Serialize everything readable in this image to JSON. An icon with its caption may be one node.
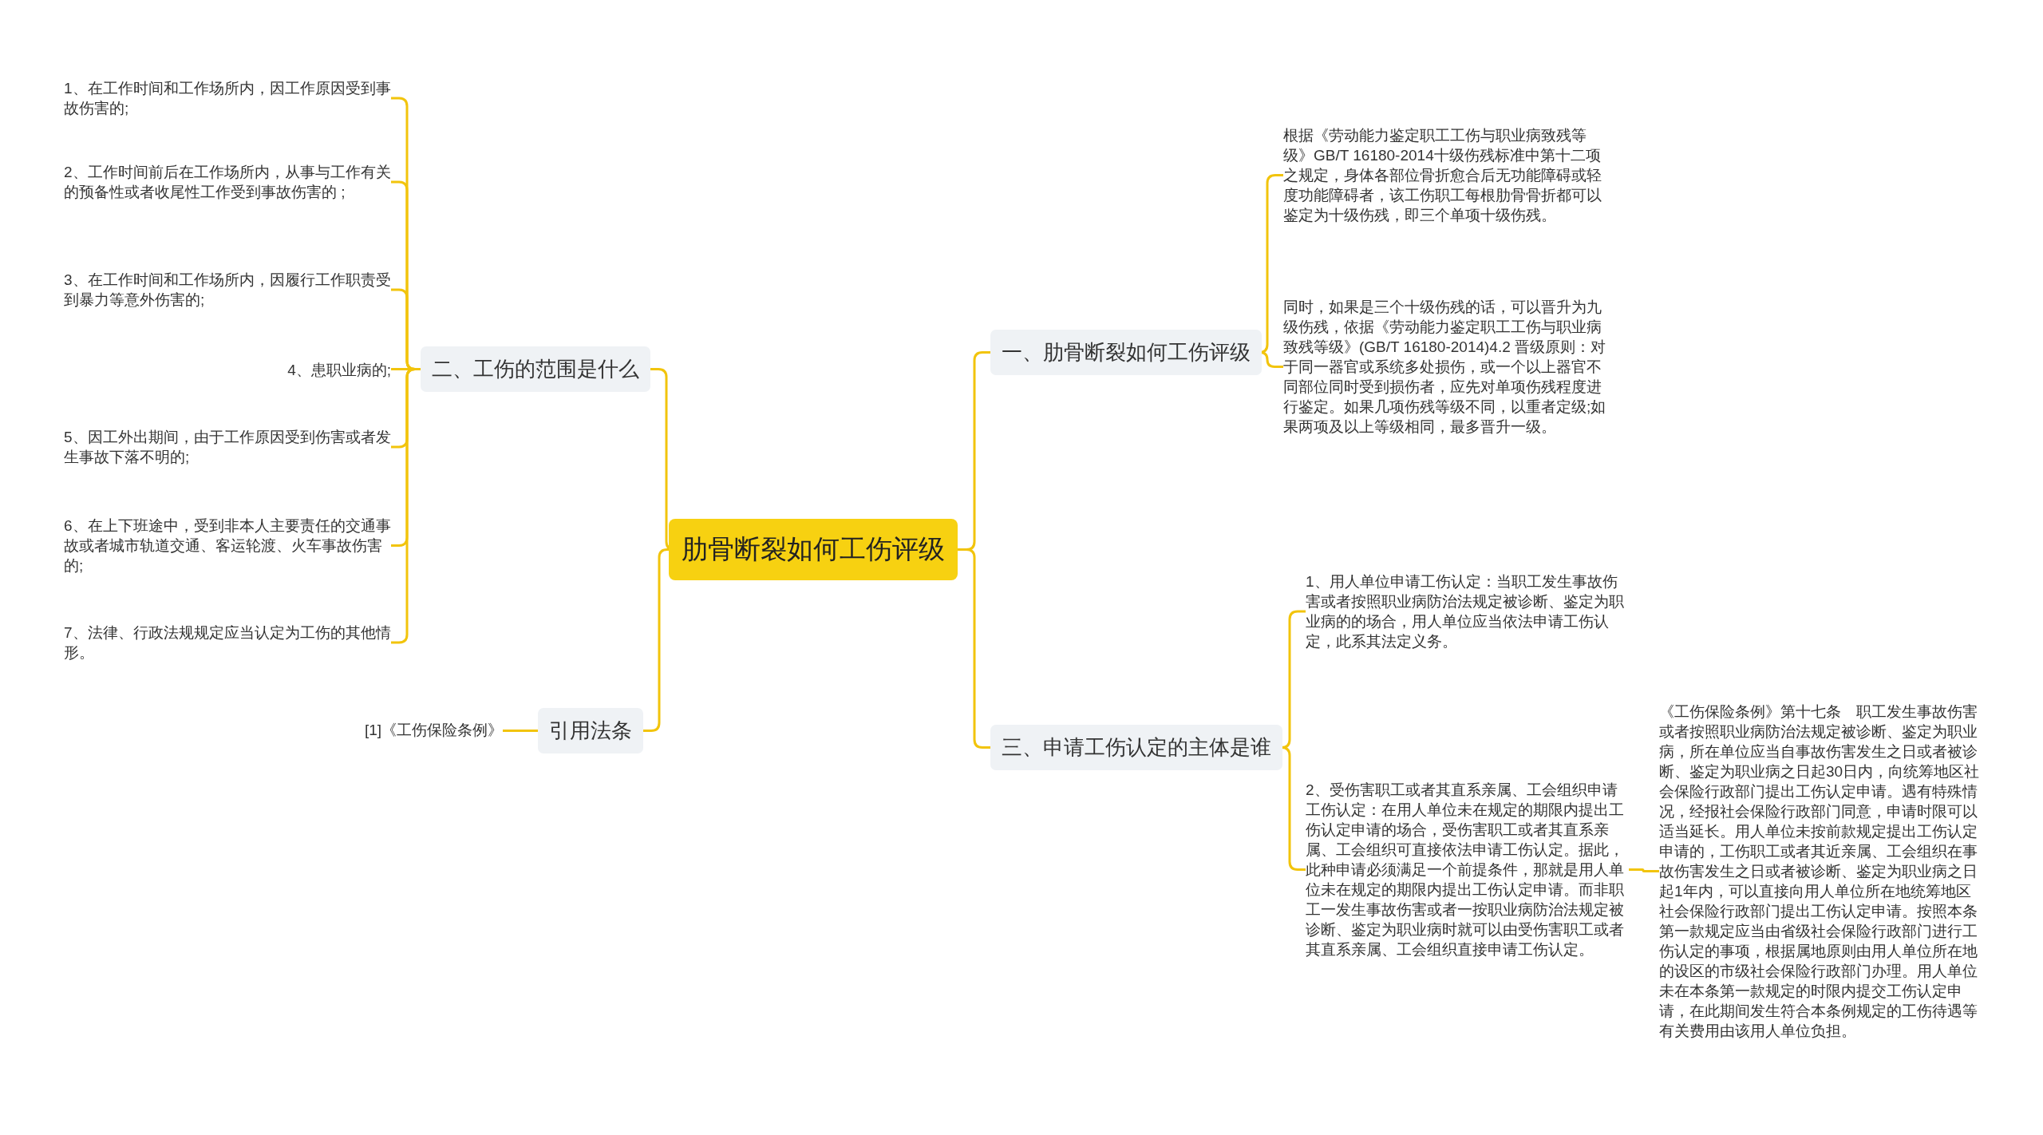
{
  "diagram": {
    "nodes": [
      {
        "text": [
          "肋骨断裂如何工伤评级"
        ]
      },
      {
        "text": [
          "二、工伤的范围是什么"
        ]
      },
      {
        "text": [
          "1、在工作时间和工作场所内，因工作原因受到事故伤害的;"
        ]
      },
      {
        "text": [
          "2、工作时间前后在工作场所内，从事与工作有关的预备性或者收尾性工作受到事故伤害的 ;"
        ]
      },
      {
        "text": [
          "3、在工作时间和工作场所内，因履行工作职责受到暴力等意外伤害的;"
        ]
      },
      {
        "text": [
          "4、患职业病的;"
        ]
      },
      {
        "text": [
          "5、因工外出期间，由于工作原因受到伤害或者发生事故下落不明的;"
        ]
      },
      {
        "text": [
          "6、在上下班途中，受到非本人主要责任的交通事故或者城市轨道交通、客运轮渡、火车事故伤害的;"
        ]
      },
      {
        "text": [
          "7、法律、行政法规规定应当认定为工伤的其他情形。"
        ]
      },
      {
        "text": [
          "引用法条"
        ]
      },
      {
        "text": [
          "[1]《工伤保险条例》"
        ]
      },
      {
        "text": [
          "一、肋骨断裂如何工伤评级"
        ]
      },
      {
        "text": [
          "根据《劳动能力鉴定职工工伤与职业病致残等级》GB/T 16180-2014十级伤残标准中第十二项之规定，身体各部位骨折愈合后无功能障碍或轻度功能障碍者，该工伤职工每根肋骨骨折都可以鉴定为十级伤残，即三个单项十级伤残。"
        ]
      },
      {
        "text": [
          "同时，如果是三个十级伤残的话，可以晋升为九级伤残，依据《劳动能力鉴定职工工伤与职业病致残等级》(GB/T 16180-2014)4.2 晋级原则：对于同一器官或系统多处损伤，或一个以上器官不同部位同时受到损伤者，应先对单项伤残程度进行鉴定。如果几项伤残等级不同，以重者定级;如果两项及以上等级相同，最多晋升一级。"
        ]
      },
      {
        "text": [
          "三、申请工伤认定的主体是谁"
        ]
      },
      {
        "text": [
          "1、用人单位申请工伤认定：当职工发生事故伤害或者按照职业病防治法规定被诊断、鉴定为职业病的的场合，用人单位应当依法申请工伤认定，此系其法定义务。"
        ]
      },
      {
        "text": [
          "2、受伤害职工或者其直系亲属、工会组织申请工伤认定：在用人单位未在规定的期限内提出工伤认定申请的场合，受伤害职工或者其直系亲属、工会组织可直接依法申请工伤认定。据此，此种申请必须满足一个前提条件，那就是用人单位未在规定的期限内提出工伤认定申请。而非职工一发生事故伤害或者一按职业病防治法规定被诊断、鉴定为职业病时就可以由受伤害职工或者其直系亲属、工会组织直接申请工伤认定。"
        ]
      },
      {
        "text": [
          "《工伤保险条例》第十七条　职工发生事故伤害或者按照职业病防治法规定被诊断、鉴定为职业病，所在单位应当自事故伤害发生之日或者被诊断、鉴定为职业病之日起30日内，向统筹地区社会保险行政部门提出工伤认定申请。遇有特殊情况，经报社会保险行政部门同意，申请时限可以适当延长。用人单位未按前款规定提出工伤认定申请的，工伤职工或者其近亲属、工会组织在事故伤害发生之日或者被诊断、鉴定为职业病之日起1年内，可以直接向用人单位所在地统筹地区社会保险行政部门提出工伤认定申请。按照本条第一款规定应当由省级社会保险行政部门进行工伤认定的事项，根据属地原则由用人单位所在地的设区的市级社会保险行政部门办理。用人单位未在本条第一款规定的时限内提交工伤认定申请，在此期间发生符合本条例规定的工伤待遇等有关费用由该用人单位负担。"
        ]
      }
    ],
    "edges": [
      {
        "from": 0,
        "to": 1,
        "arrow": "none"
      },
      {
        "from": 1,
        "to": 2,
        "arrow": "none"
      },
      {
        "from": 1,
        "to": 3,
        "arrow": "none"
      },
      {
        "from": 1,
        "to": 4,
        "arrow": "none"
      },
      {
        "from": 1,
        "to": 5,
        "arrow": "none"
      },
      {
        "from": 1,
        "to": 6,
        "arrow": "none"
      },
      {
        "from": 1,
        "to": 7,
        "arrow": "none"
      },
      {
        "from": 1,
        "to": 8,
        "arrow": "none"
      },
      {
        "from": 0,
        "to": 9,
        "arrow": "none"
      },
      {
        "from": 9,
        "to": 10,
        "arrow": "none"
      },
      {
        "from": 0,
        "to": 11,
        "arrow": "none"
      },
      {
        "from": 11,
        "to": 12,
        "arrow": "none"
      },
      {
        "from": 11,
        "to": 13,
        "arrow": "none"
      },
      {
        "from": 0,
        "to": 14,
        "arrow": "none"
      },
      {
        "from": 14,
        "to": 15,
        "arrow": "none"
      },
      {
        "from": 14,
        "to": 16,
        "arrow": "none"
      },
      {
        "from": 16,
        "to": 17,
        "arrow": "none"
      }
    ]
  }
}
